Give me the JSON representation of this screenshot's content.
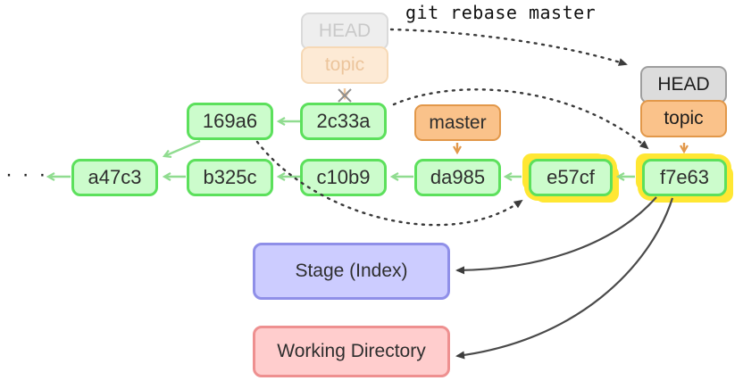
{
  "diagram": {
    "command": "git rebase master",
    "ellipsis": "· · ·",
    "commits": [
      {
        "id": "a47c3"
      },
      {
        "id": "b325c"
      },
      {
        "id": "c10b9"
      },
      {
        "id": "da985"
      },
      {
        "id": "e57cf",
        "highlighted": true
      },
      {
        "id": "f7e63",
        "highlighted": true
      },
      {
        "id": "169a6"
      },
      {
        "id": "2c33a"
      }
    ],
    "refs": {
      "master": {
        "label": "master"
      }
    },
    "head_old": {
      "head_label": "HEAD",
      "topic_label": "topic",
      "crossed_out": true
    },
    "head_new": {
      "head_label": "HEAD",
      "topic_label": "topic"
    },
    "areas": {
      "stage": {
        "label": "Stage (Index)"
      },
      "working": {
        "label": "Working Directory"
      }
    },
    "colors": {
      "commit_bg": "#ccfccc",
      "commit_border": "#5ce05c",
      "commit_arrow": "#90dc90",
      "ref_bg": "#fac28a",
      "ref_border": "#e2984a",
      "head_bg": "#dcdcdc",
      "head_border": "#9e9e9e",
      "faded_head_text": "#c9c9c9",
      "faded_topic_text": "#ecc59c",
      "highlight_yellow": "#ffe733",
      "stage_bg": "#ccccff",
      "stage_border": "#8f8fe8",
      "working_bg": "#ffcdcd",
      "working_border": "#ee9090",
      "dashed_arrow": "#3a3a3a",
      "solid_arrow": "#4a4a4a",
      "cross_mark": "#8f8f8f"
    }
  }
}
